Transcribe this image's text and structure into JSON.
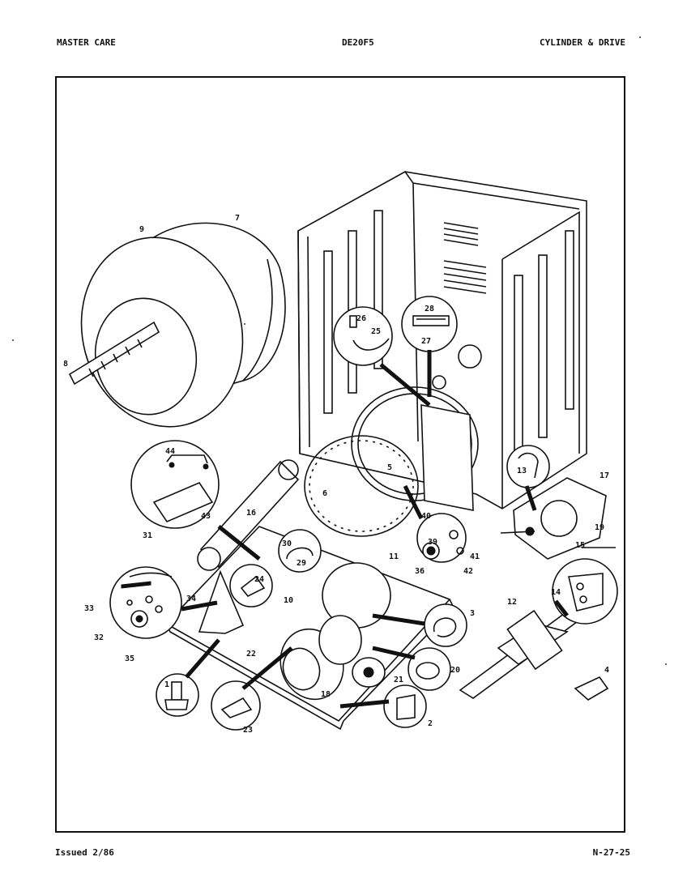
{
  "header": {
    "brand": "MASTER CARE",
    "model": "DE20F5",
    "section": "CYLINDER & DRIVE"
  },
  "footer": {
    "issued": "Issued 2/86",
    "page_code": "N-27-25"
  },
  "diagram": {
    "callouts": [
      "1",
      "2",
      "3",
      "4",
      "5",
      "6",
      "7",
      "8",
      "9",
      "10",
      "11",
      "12",
      "13",
      "14",
      "15",
      "16",
      "17",
      "18",
      "19",
      "20",
      "21",
      "22",
      "23",
      "24",
      "25",
      "26",
      "27",
      "28",
      "29",
      "30",
      "31",
      "32",
      "33",
      "34",
      "35",
      "36",
      "39",
      "40",
      "41",
      "42",
      "43",
      "44"
    ]
  }
}
